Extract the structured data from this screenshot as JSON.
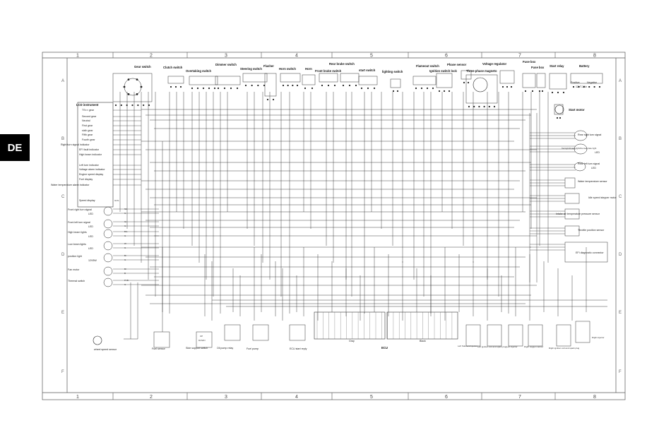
{
  "tab": "DE",
  "grid": {
    "columns": [
      "1",
      "2",
      "3",
      "4",
      "5",
      "6",
      "7",
      "8"
    ],
    "rows": [
      "A",
      "B",
      "C",
      "D",
      "E",
      "F"
    ]
  },
  "components_top": [
    {
      "id": "gear",
      "label": "Gear switch"
    },
    {
      "id": "clutch",
      "label": "Clutch switch"
    },
    {
      "id": "overtaking",
      "label": "Overtaking switch"
    },
    {
      "id": "dimmer",
      "label": "Dimmer switch"
    },
    {
      "id": "steering",
      "label": "Steering switch"
    },
    {
      "id": "flasher",
      "label": "Flasher"
    },
    {
      "id": "horn_sw",
      "label": "Horn switch"
    },
    {
      "id": "horn",
      "label": "Horn"
    },
    {
      "id": "rear_brake",
      "label": "Rear brake switch"
    },
    {
      "id": "front_brake",
      "label": "Front brake switch"
    },
    {
      "id": "start_sw",
      "label": "start switch"
    },
    {
      "id": "lighting",
      "label": "lighting switch"
    },
    {
      "id": "flameout",
      "label": "Flameout switch"
    },
    {
      "id": "ignition",
      "label": "Ignition switch lock"
    },
    {
      "id": "phase",
      "label": "Phase sensor"
    },
    {
      "id": "three_phase",
      "label": "Three-phase magneto"
    },
    {
      "id": "voltage_reg",
      "label": "Voltage regulator"
    },
    {
      "id": "fusebox1",
      "label": "Fuse box"
    },
    {
      "id": "fusebox2",
      "label": "Fuse box"
    },
    {
      "id": "start_relay",
      "label": "Start relay"
    },
    {
      "id": "battery",
      "label": "Battery"
    },
    {
      "id": "start_motor",
      "label": "Start motor"
    }
  ],
  "battery_detail": {
    "pos": "Positive",
    "neg": "Negative",
    "rating": "12V7.2Ah"
  },
  "lcd": {
    "title": "LCD instrument",
    "items": [
      "TS×× gear",
      "Second gear",
      "Neutral",
      "First gear",
      "sixth gear",
      "Fifth gear",
      "Fourth gear",
      "Right turn signal indicator",
      "EFI fault indicator",
      "High beam indicator",
      "Left turn indicator",
      "Voltage alarm indicator",
      "Engine speed display",
      "Fuel display",
      "Water temperature alarm indicator"
    ],
    "speed": "Speed display",
    "speed_code": "Gr/G"
  },
  "left_components": [
    {
      "id": "front_right",
      "label": "Front right turn signal",
      "sub": "LED",
      "codes": [
        "Sb",
        "G"
      ]
    },
    {
      "id": "front_left",
      "label": "Front left turn signal",
      "sub": "LED",
      "codes": [
        "Gr",
        "G"
      ]
    },
    {
      "id": "high_beam",
      "label": "High beam lights",
      "sub": "LED",
      "codes": [
        "B/L",
        "G"
      ]
    },
    {
      "id": "low_beam",
      "label": "Low beam lights",
      "sub": "LED",
      "codes": [
        "W",
        "G"
      ]
    },
    {
      "id": "position",
      "label": "position light",
      "sub": "12V5W",
      "codes": [
        "Br",
        "G"
      ]
    },
    {
      "id": "fan",
      "label": "Fan motor",
      "sub": "",
      "codes": [
        "Bl",
        "B"
      ]
    },
    {
      "id": "thermal",
      "label": "Thermal switch",
      "sub": "",
      "codes": [
        "Pr/B",
        "G"
      ]
    }
  ],
  "right_components": [
    {
      "id": "rear_right",
      "label": "Rear right turn signal",
      "sub": ""
    },
    {
      "id": "tail",
      "label": "Tail light/brake light/license plate light",
      "sub": "LED"
    },
    {
      "id": "rear_left",
      "label": "Rear left turn signal",
      "sub": "LED"
    },
    {
      "id": "water_temp",
      "label": "Water temperature sensor",
      "sub": ""
    },
    {
      "id": "idle_motor",
      "label": "Idle speed stepper motor",
      "sub": ""
    },
    {
      "id": "intake",
      "label": "Intake air temperature pressure sensor",
      "sub": ""
    },
    {
      "id": "throttle",
      "label": "Throttle position sensor",
      "sub": ""
    },
    {
      "id": "efi",
      "label": "EFI diagnostic connector",
      "sub": ""
    }
  ],
  "bottom_components": [
    {
      "id": "wheel",
      "label": "wheel speed sensor"
    },
    {
      "id": "fuel_sensor",
      "label": "Fuel sensor"
    },
    {
      "id": "side_support",
      "label": "Side support switch",
      "up": "UP",
      "down": "DOWN"
    },
    {
      "id": "oil_pump",
      "label": "Oil pump relay"
    },
    {
      "id": "fuel_pump",
      "label": "Fuel pump"
    },
    {
      "id": "ecu_relay",
      "label": "ECU start reply"
    },
    {
      "id": "ecu",
      "label": "ECU",
      "gray": "Gray",
      "black": "Black"
    },
    {
      "id": "fuel_injector_small",
      "label": "Left Solenoid injector"
    },
    {
      "id": "left_ign",
      "label": "Left ignition coil and spark plug"
    },
    {
      "id": "left_inj",
      "label": "Left injector"
    },
    {
      "id": "right_o2",
      "label": "Right oxygen sensor"
    },
    {
      "id": "right_ign",
      "label": "Right ignition coil and spark plug"
    },
    {
      "id": "right_inj",
      "label": "Right injector"
    }
  ],
  "colors": {
    "line": "#2b2b2b",
    "frame": "#555555",
    "tab_bg": "#000000"
  }
}
